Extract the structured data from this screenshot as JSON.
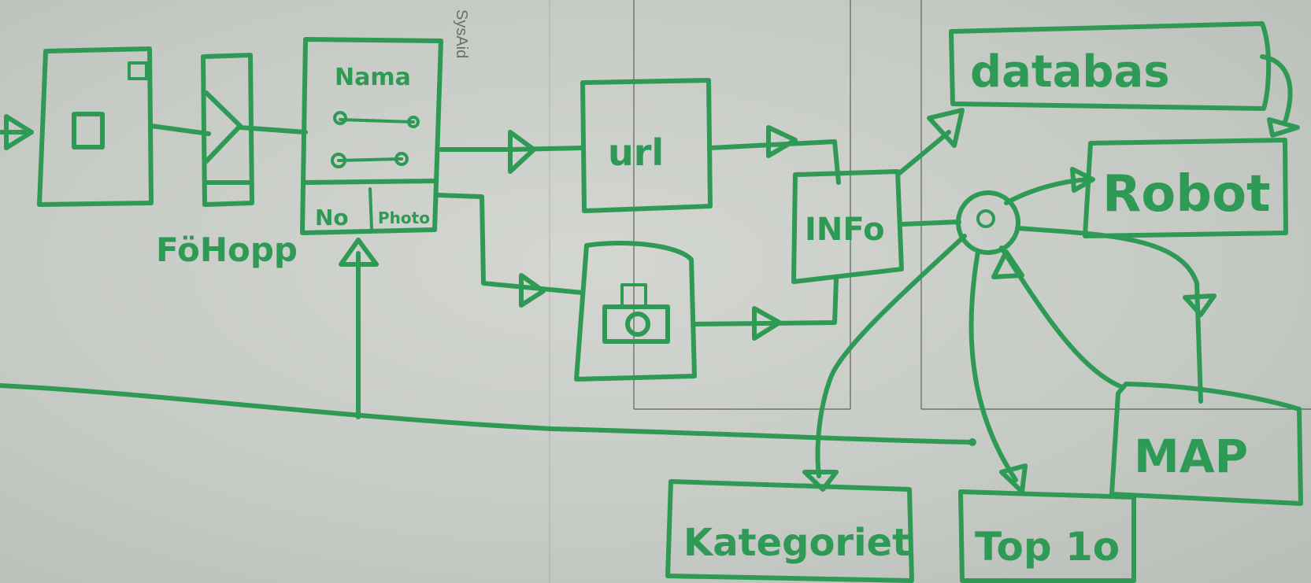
{
  "sheet": {
    "printed_label": "SysAid",
    "ink_color": "#2f9a55",
    "paper_color": "#c9cdc8"
  },
  "nodes": {
    "foreslag_label": "FöHopp",
    "name_box": {
      "title": "Nama",
      "footer_left": "No",
      "footer_right": "Photo"
    },
    "url_box": "url",
    "camera_box": "camera-icon",
    "info_box": "INFo",
    "database_box": "databas",
    "robot_box": "Robot",
    "map_box": "MAP",
    "category_box": "Kategoriet",
    "top10_box": "Top 1o"
  }
}
